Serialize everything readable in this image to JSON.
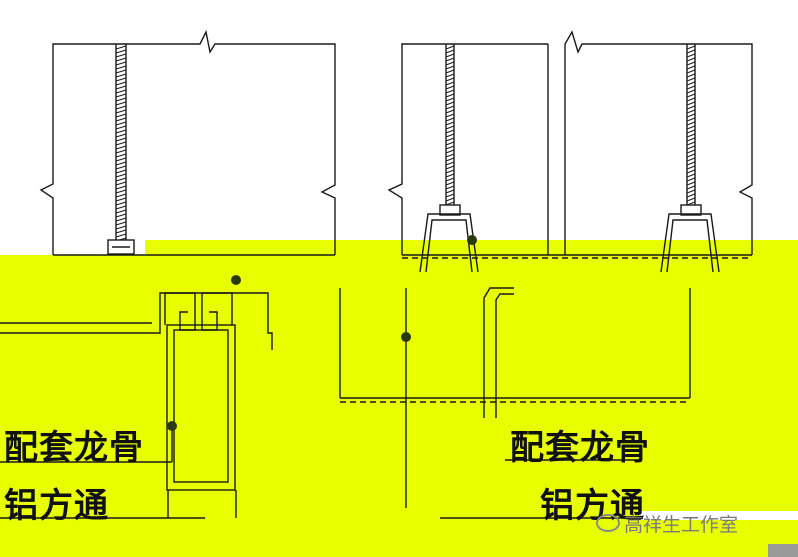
{
  "labels": {
    "left_keel": "配套龙骨",
    "left_tube": "铝方通",
    "right_keel": "配套龙骨",
    "right_tube": "铝方通"
  },
  "watermark": "高祥生工作室",
  "colors": {
    "highlight": "#e8ff00",
    "line": "#1a1a1a",
    "background": "#ffffff",
    "node": "#2a3a10"
  }
}
